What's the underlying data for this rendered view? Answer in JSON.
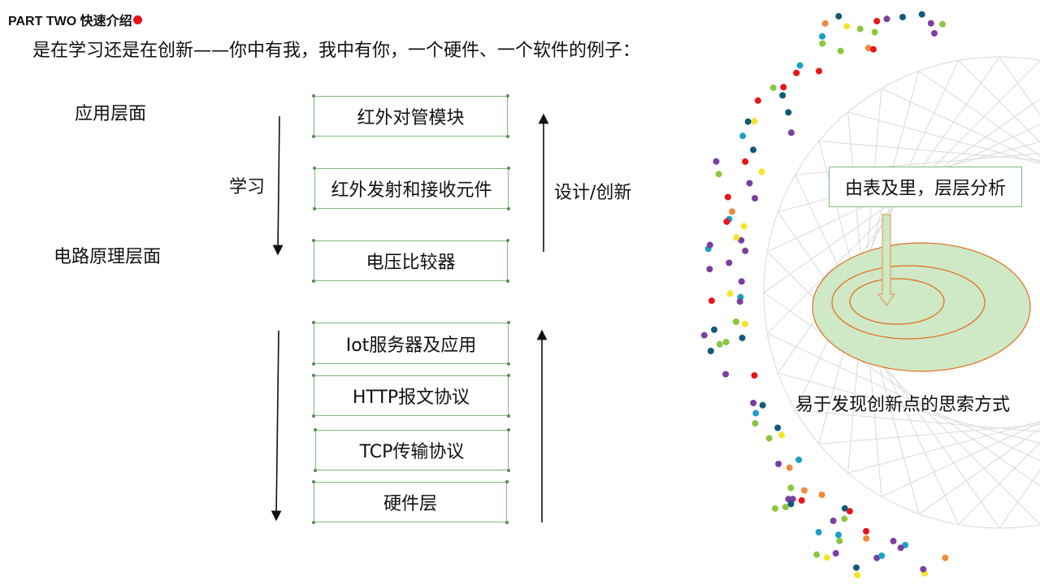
{
  "header": {
    "title": "PART TWO 快速介绍"
  },
  "subtitle": "是在学习还是在创新——你中有我，我中有你，一个硬件、一个软件的例子：",
  "left_labels": {
    "app_layer": "应用层面",
    "study": "学习",
    "circuit_layer": "电路原理层面"
  },
  "design_label": "设计/创新",
  "upper_boxes": [
    "红外对管模块",
    "红外发射和接收元件",
    "电压比较器"
  ],
  "lower_boxes": [
    "Iot服务器及应用",
    "HTTP报文协议",
    "TCP传输协议",
    "硬件层"
  ],
  "right": {
    "analysis_label": "由表及里，层层分析",
    "caption": "易于发现创新点的思索方式"
  },
  "colors": {
    "box_border": "#7fba7f",
    "ellipse_fill": "#cfe8c6",
    "ellipse_stroke": "#e36c1a",
    "accent_dot": "#e8141b"
  }
}
